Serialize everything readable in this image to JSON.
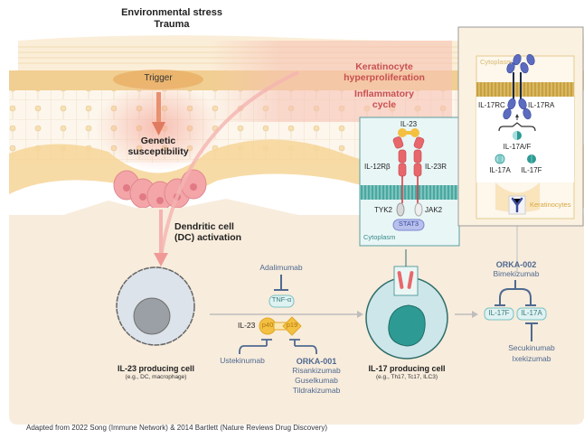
{
  "top_labels": {
    "environmental_stress": "Environmental stress",
    "trauma": "Trauma"
  },
  "skin": {
    "trigger": "Trigger",
    "genetic_line1": "Genetic",
    "genetic_line2": "susceptibility",
    "kerat_line1": "Keratinocyte",
    "kerat_line2": "hyperproliferation",
    "inflam_line1": "Inflammatory",
    "inflam_line2": "cycle",
    "dc_line1": "Dendritic cell",
    "dc_line2": "(DC) activation"
  },
  "il23_receptor_panel": {
    "ligand": "IL-23",
    "left_receptor": "IL-12Rβ",
    "right_receptor": "IL-23R",
    "left_kinase": "TYK2",
    "right_kinase": "JAK2",
    "stat": "STAT3",
    "compartment": "Cytoplasm"
  },
  "il17_receptor_panel": {
    "compartment": "Cytoplasm",
    "left_receptor": "IL-17RC",
    "right_receptor": "IL-17RA",
    "heterodimer": "IL-17A/F",
    "cyto_a": "IL-17A",
    "cyto_f": "IL-17F",
    "cell_type": "Keratinocytes"
  },
  "il23_cell": {
    "title": "IL-23 producing cell",
    "subtitle": "(e.g., DC, macrophage)"
  },
  "il17_cell": {
    "title": "IL-17 producing cell",
    "subtitle": "(e.g., Th17, Tc17, ILC3)"
  },
  "drugs": {
    "adalimumab": "Adalimumab",
    "tnf": "TNF-α",
    "il23": "IL-23",
    "p40": "p40",
    "p19": "p19",
    "ustekinumab": "Ustekinumab",
    "orka001": "ORKA-001",
    "risankizumab": "Risankizumab",
    "guselkumab": "Guselkumab",
    "tildrakizumab": "Tildrakizumab",
    "orka002": "ORKA-002",
    "bimekizumab": "Bimekizumab",
    "il17f": "IL-17F",
    "il17a": "IL-17A",
    "secukinumab": "Secukinumab",
    "ixekizumab": "Ixekizumab"
  },
  "footer": {
    "citation": "Adapted from 2022 Song (Immune Network) & 2014 Bartlett (Nature Reviews Drug Discovery)"
  },
  "colors": {
    "skin_light": "#fbeedd",
    "dermis": "#f8ecdc",
    "stratum": "#f0c878",
    "highlight_red": "#c8504f",
    "drug_blue": "#4f6a90",
    "receptor_red": "#e8676b",
    "cytokine_teal": "#2e9a9a",
    "receptor_blue": "#5b6cc0"
  }
}
